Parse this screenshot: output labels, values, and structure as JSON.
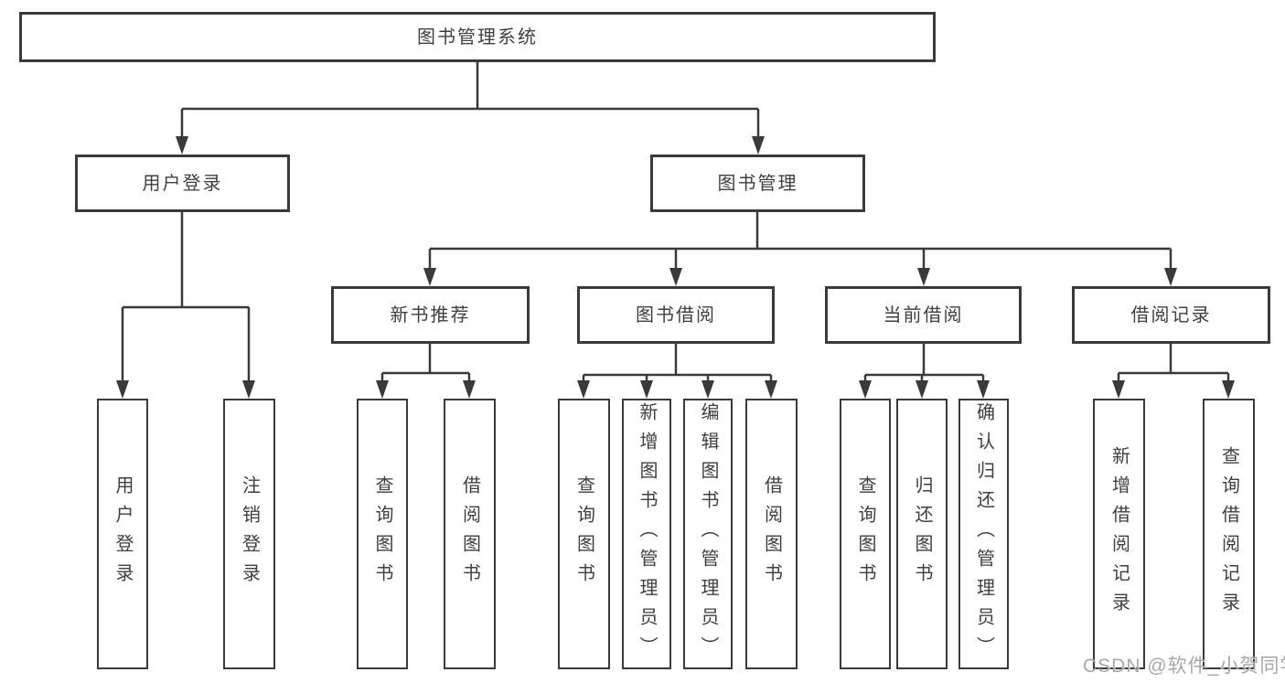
{
  "diagram_title": "图书管理系统",
  "tree": {
    "label": "图书管理系统",
    "children": [
      {
        "label": "用户登录",
        "children": [
          {
            "label": "用户登录"
          },
          {
            "label": "注销登录"
          }
        ]
      },
      {
        "label": "图书管理",
        "children": [
          {
            "label": "新书推荐",
            "children": [
              {
                "label": "查询图书"
              },
              {
                "label": "借阅图书"
              }
            ]
          },
          {
            "label": "图书借阅",
            "children": [
              {
                "label": "查询图书"
              },
              {
                "label": "新增图书（管理员）"
              },
              {
                "label": "编辑图书（管理员）"
              },
              {
                "label": "借阅图书"
              }
            ]
          },
          {
            "label": "当前借阅",
            "children": [
              {
                "label": "查询图书"
              },
              {
                "label": "归还图书"
              },
              {
                "label": "确认归还（管理员）"
              }
            ]
          },
          {
            "label": "借阅记录",
            "children": [
              {
                "label": "新增借阅记录"
              },
              {
                "label": "查询借阅记录"
              }
            ]
          }
        ]
      }
    ]
  },
  "watermark": "CSDN @软件_小贺同学",
  "colors": {
    "line": "#3a3a3a",
    "text": "#3f3f3f",
    "box_bg": "#ffffff",
    "watermark": "#a8a8a8",
    "background": "#ffffff"
  }
}
